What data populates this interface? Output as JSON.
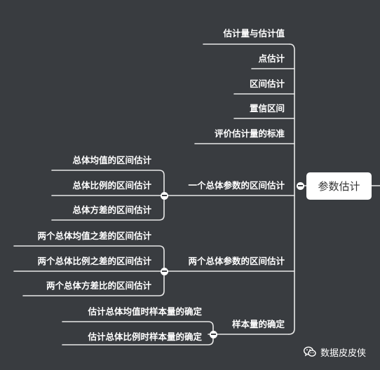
{
  "root": {
    "label": "参数估计"
  },
  "branches": [
    {
      "label": "估计量与估计值"
    },
    {
      "label": "点估计"
    },
    {
      "label": "区间估计"
    },
    {
      "label": "置信区间"
    },
    {
      "label": "评价估计量的标准"
    },
    {
      "label": "一个总体参数的区间估计",
      "children": [
        "总体均值的区间估计",
        "总体比例的区间估计",
        "总体方差的区间估计"
      ]
    },
    {
      "label": "两个总体参数的区间估计",
      "children": [
        "两个总体均值之差的区间估计",
        "两个总体比例之差的区间估计",
        "两个总体方差比的区间估计"
      ]
    },
    {
      "label": "样本量的确定",
      "children": [
        "估计总体均值时样本量的确定",
        "估计总体比例时样本量的确定"
      ]
    }
  ],
  "watermark": {
    "label": "数据皮皮侠",
    "icon": "wechat-icon"
  }
}
